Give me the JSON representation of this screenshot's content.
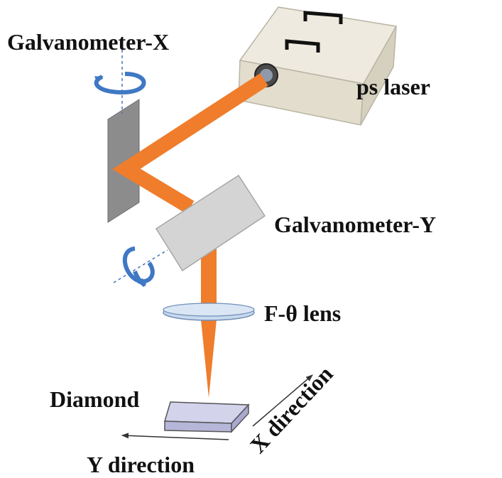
{
  "labels": {
    "galvo_x": "Galvanometer-X",
    "galvo_y": "Galvanometer-Y",
    "laser": "ps laser",
    "lens": "F-θ lens",
    "sample": "Diamond",
    "x_direction": "X direction",
    "y_direction": "Y direction"
  },
  "colors": {
    "beam": "#ef7d2c",
    "rotation_arrow": "#3f78c4",
    "laser_body": "#eae5d7",
    "lens": "#c8d8ee",
    "diamond": "#c9c9e4",
    "mirror_x": "#8c8c8c",
    "mirror_y": "#d4d4d4"
  },
  "icons": {
    "rotation": "circular-arrow-icon",
    "laser_aperture": "aperture-icon"
  }
}
